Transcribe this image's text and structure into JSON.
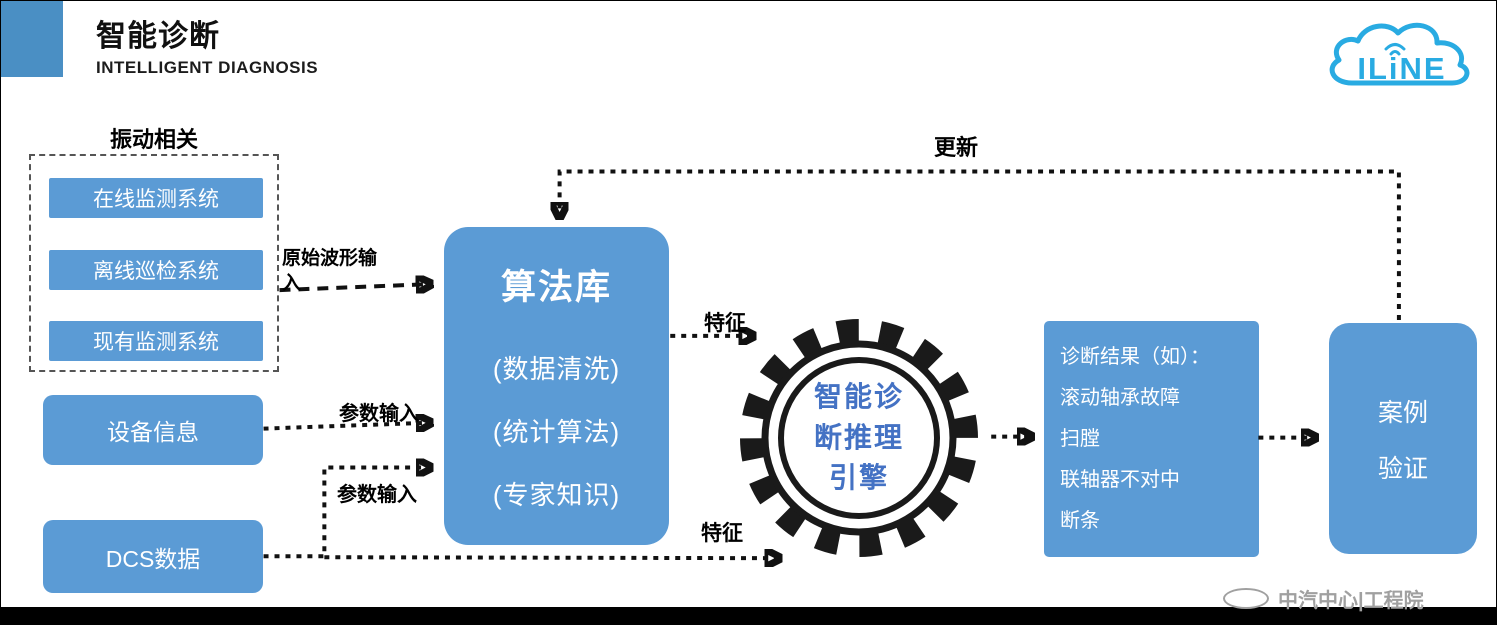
{
  "colors": {
    "accent_blue": "#4a8fc4",
    "box_blue": "#5b9bd5",
    "logo_blue": "#29abe2",
    "engine_text_blue": "#4472c4",
    "arrow_black": "#111111"
  },
  "header": {
    "title": "智能诊断",
    "subtitle": "INTELLIGENT DIAGNOSIS",
    "logo_text": "ILiNE"
  },
  "inputs": {
    "vibration_group_label": "振动相关",
    "vibration_items": [
      "在线监测系统",
      "离线巡检系统",
      "现有监测系统"
    ],
    "device_info_label": "设备信息",
    "dcs_label": "DCS数据"
  },
  "algorithm_box": {
    "title": "算法库",
    "items": [
      "(数据清洗)",
      "(统计算法)",
      "(专家知识)"
    ]
  },
  "engine": {
    "lines": [
      "智能诊",
      "断推理",
      "引擎"
    ]
  },
  "results_box": {
    "lines": [
      "诊断结果（如）：",
      "滚动轴承故障",
      "扫膛",
      "联轴器不对中",
      "断条"
    ]
  },
  "case_box": {
    "lines": [
      "案例",
      "验证"
    ]
  },
  "arrow_labels": {
    "raw_waveform": "原始波形输入",
    "param_input_device": "参数输入",
    "param_input_dcs": "参数输入",
    "feature_top": "特征",
    "feature_bottom": "特征",
    "update": "更新"
  },
  "footer": {
    "watermark": "中汽中心|工程院"
  }
}
